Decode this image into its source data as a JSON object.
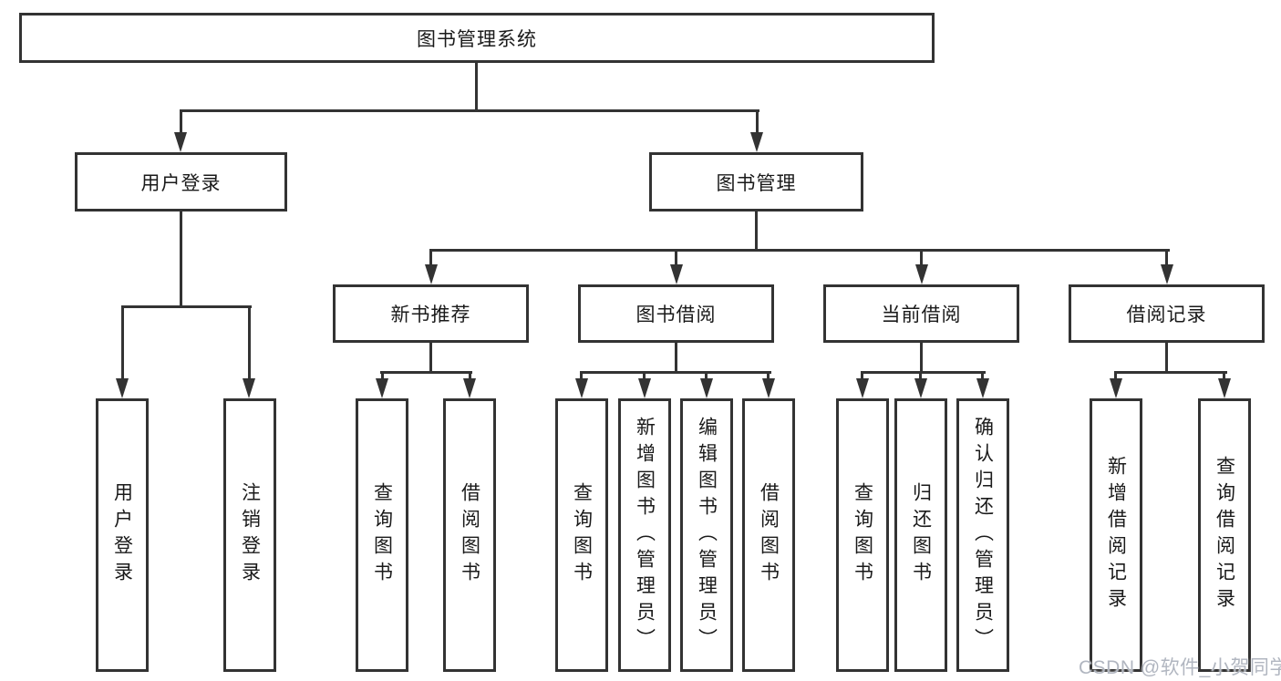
{
  "tree": {
    "root": {
      "label": "图书管理系统"
    },
    "branches": [
      {
        "label": "用户登录",
        "children": [
          "用户登录",
          "注销登录"
        ]
      },
      {
        "label": "图书管理",
        "children": [
          {
            "label": "新书推荐",
            "children": [
              "查询图书",
              "借阅图书"
            ]
          },
          {
            "label": "图书借阅",
            "children": [
              "查询图书",
              "新增图书（管理员）",
              "编辑图书（管理员）",
              "借阅图书"
            ]
          },
          {
            "label": "当前借阅",
            "children": [
              "查询图书",
              "归还图书",
              "确认归还（管理员）"
            ]
          },
          {
            "label": "借阅记录",
            "children": [
              "新增借阅记录",
              "查询借阅记录"
            ]
          }
        ]
      }
    ]
  },
  "watermark": {
    "text": "CSDN @软件_小贺同学"
  },
  "colors": {
    "line": "#333333",
    "text": "#1a1a1a",
    "background": "#ffffff",
    "watermark": "#b1b6c0"
  }
}
